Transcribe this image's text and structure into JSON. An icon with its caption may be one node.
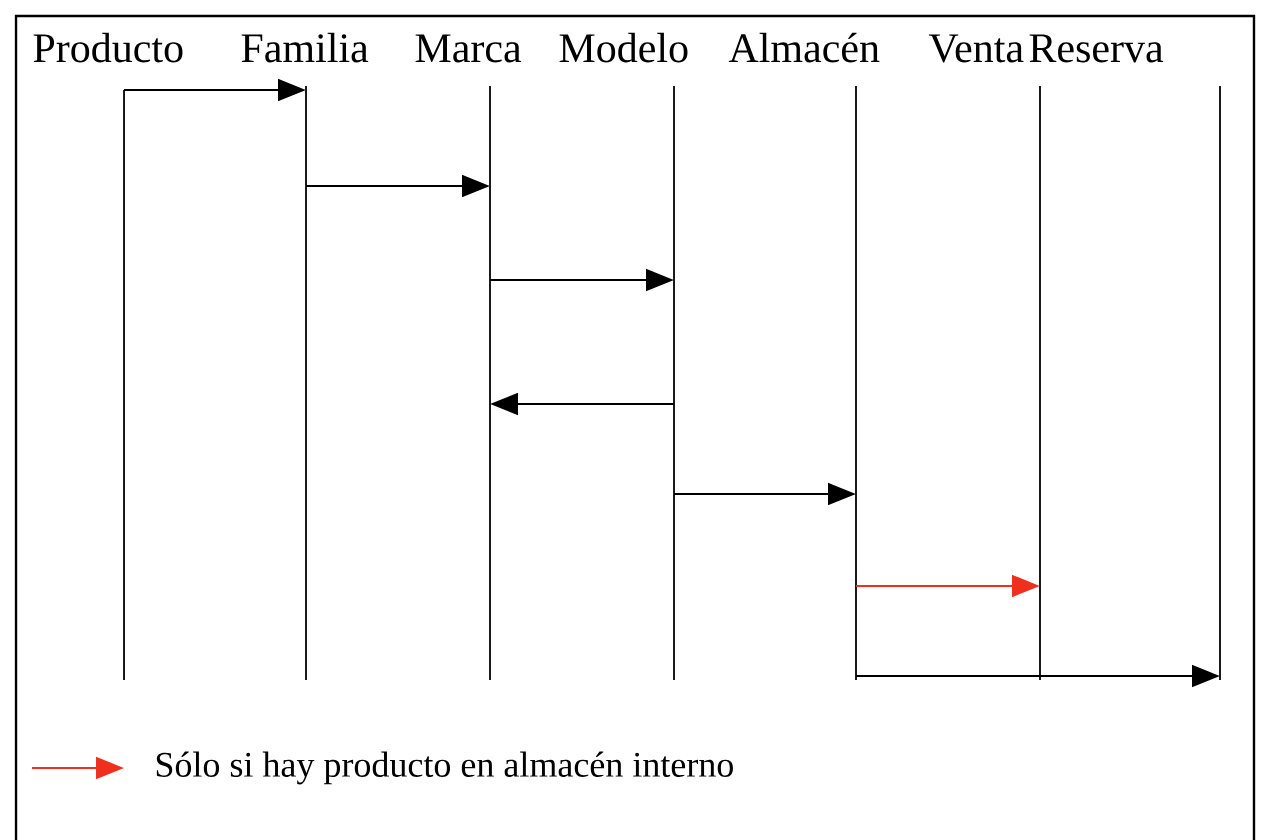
{
  "diagram": {
    "nodes": [
      {
        "text": [
          "Producto"
        ]
      },
      {
        "text": [
          "Familia"
        ]
      },
      {
        "text": [
          "Marca"
        ]
      },
      {
        "text": [
          "Modelo"
        ]
      },
      {
        "text": [
          "Almacén"
        ]
      },
      {
        "text": [
          "Venta"
        ]
      },
      {
        "text": [
          "Reserva"
        ]
      }
    ],
    "edges": [
      {
        "from": 0,
        "to": 1,
        "arrow": "to"
      },
      {
        "from": 1,
        "to": 2,
        "arrow": "to"
      },
      {
        "from": 2,
        "to": 3,
        "arrow": "to"
      },
      {
        "from": 3,
        "to": 2,
        "arrow": "to"
      },
      {
        "from": 3,
        "to": 4,
        "arrow": "to"
      },
      {
        "from": 4,
        "to": 5,
        "arrow": "to",
        "color": "#f0301f"
      },
      {
        "from": 4,
        "to": 6,
        "arrow": "to"
      }
    ],
    "legend": [
      {
        "text": "Sólo si hay producto en almacén interno"
      }
    ]
  }
}
